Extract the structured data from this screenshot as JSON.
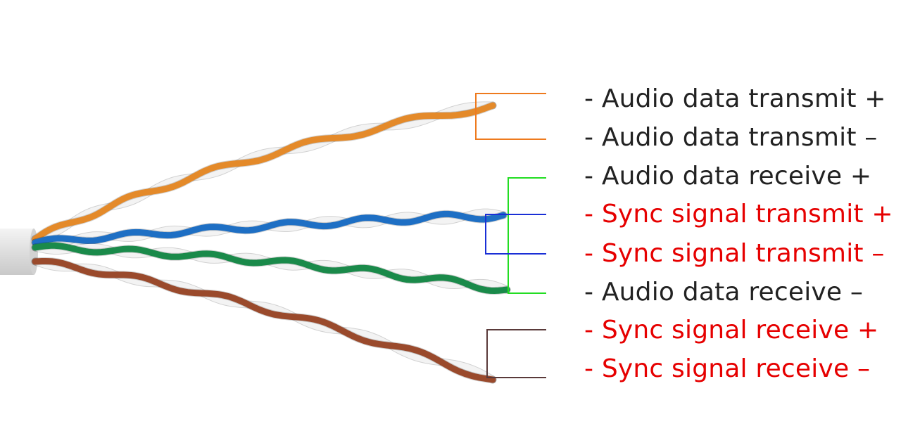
{
  "colors": {
    "label_default": "#222222",
    "label_sync": "#e60000",
    "orange_pair": "#e48a2a",
    "blue_pair": "#1e6fc4",
    "green_pair": "#1a8a4a",
    "brown_pair": "#9a4a2c",
    "bracket_orange": "#ee7a1e",
    "bracket_green": "#22dd22",
    "bracket_blue": "#1a2fd6",
    "bracket_brown": "#5a3a3a",
    "jacket": "#e4e4e4"
  },
  "labels": [
    {
      "text": "- Audio data transmit +",
      "emphasis": "default"
    },
    {
      "text": "- Audio data transmit –",
      "emphasis": "default"
    },
    {
      "text": "- Audio data receive +",
      "emphasis": "default"
    },
    {
      "text": "- Sync signal transmit +",
      "emphasis": "sync"
    },
    {
      "text": "- Sync signal transmit –",
      "emphasis": "sync"
    },
    {
      "text": "- Audio data receive –",
      "emphasis": "default"
    },
    {
      "text": "- Sync signal receive +",
      "emphasis": "sync"
    },
    {
      "text": "- Sync signal receive –",
      "emphasis": "sync"
    }
  ]
}
